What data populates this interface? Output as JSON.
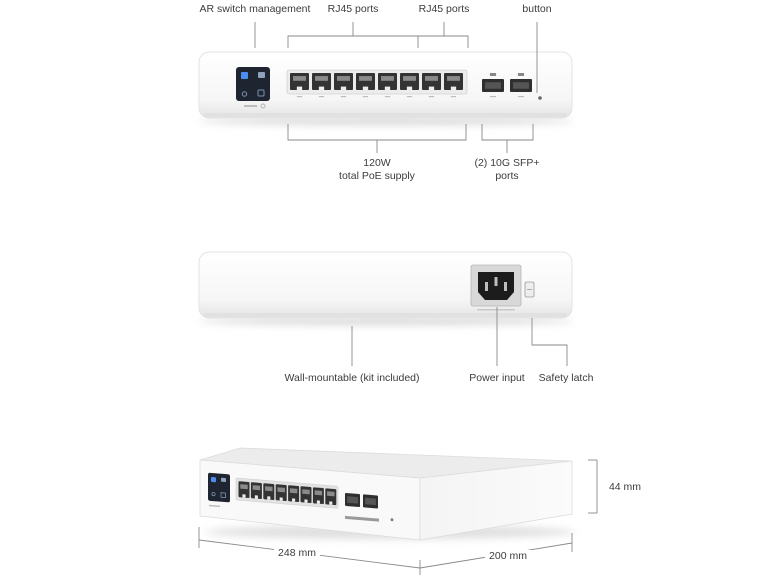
{
  "front_view": {
    "touchscreen_caption": "AR switch management",
    "rj45_group_a_caption": "RJ45 ports",
    "rj45_group_b_caption": "RJ45 ports",
    "reset_caption": "button",
    "poe_supply_caption": {
      "line1": "120W",
      "line2": "total PoE supply"
    },
    "sfp_caption": {
      "line1": "(2) 10G SFP+",
      "line2": "ports"
    }
  },
  "back_view": {
    "wall_mount_caption": "Wall-mountable (kit included)",
    "power_input_caption": "Power input",
    "safety_latch_caption": "Safety latch"
  },
  "dimensions": {
    "height": "44 mm",
    "width": "248 mm",
    "depth": "200 mm"
  },
  "icons": {
    "touchscreen": "touchscreen-icon",
    "rj45_port": "rj45-port-icon",
    "sfp_port": "sfp-port-icon",
    "reset": "reset-pinhole-icon",
    "power_inlet": "power-inlet-icon",
    "safety_latch": "safety-latch-icon"
  },
  "colors": {
    "touchscreen": "#1e2531",
    "touchscreen_accent": "#4c8ef0",
    "port": "#333333",
    "port_contacts": "#8a8a8a",
    "callout_line": "#8a8a8a",
    "text": "#3c3c3c"
  }
}
